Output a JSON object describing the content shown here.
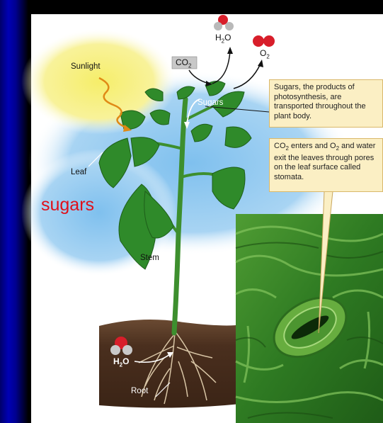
{
  "labels": {
    "sunlight": "Sunlight",
    "co2": "CO",
    "co2_sub": "2",
    "h2o_top": "H",
    "h2o_top_sub": "2",
    "h2o_top_o": "O",
    "o2": "O",
    "o2_sub": "2",
    "sugars_inner": "Sugars",
    "leaf": "Leaf",
    "stem": "Stem",
    "root": "Root",
    "h2o_root": "H",
    "h2o_root_sub": "2",
    "h2o_root_o": "O"
  },
  "callouts": {
    "sugars_text": "Sugars, the products of photosynthesis, are transported throughout the plant body.",
    "stomata_line1_a": "CO",
    "stomata_line1_sub": "2",
    "stomata_line1_b": " enters and O",
    "stomata_line1_sub2": "2",
    "stomata_line1_c": " and",
    "stomata_rest": "water exit the leaves through pores on the leaf surface called stomata."
  },
  "overlay": {
    "sugars_red": "sugars"
  },
  "colors": {
    "leaf": "#2f8a2a",
    "soil": "#4a2e1d",
    "sun": "#f6ee78",
    "sky": "#8fc8ef",
    "callout": "#fbefc4",
    "red_text": "#e0101a",
    "stomata": "#3d8f2b"
  }
}
